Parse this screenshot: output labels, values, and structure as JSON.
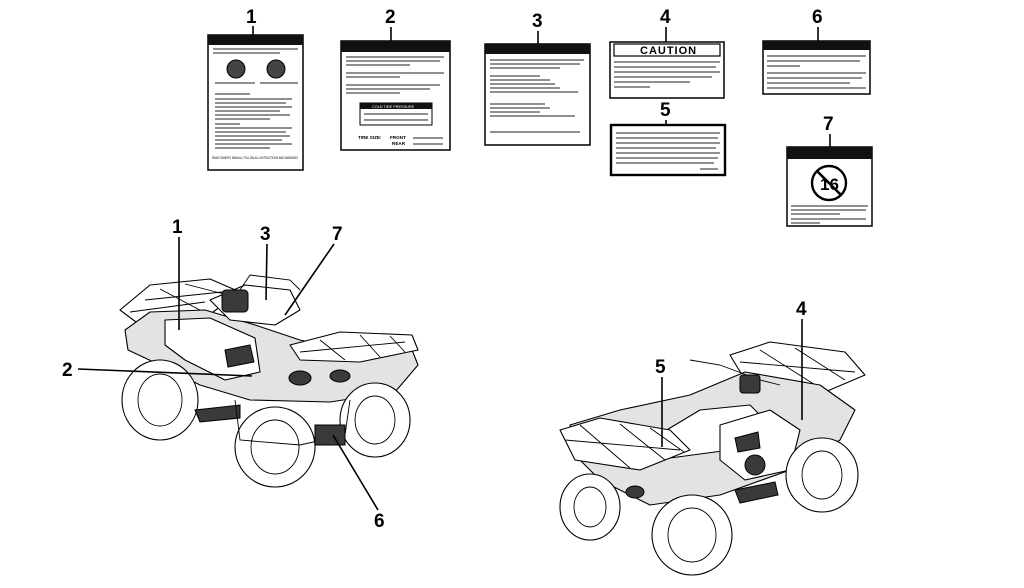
{
  "callout_numbers": {
    "label_1": "1",
    "label_2": "2",
    "label_3": "3",
    "label_4": "4",
    "label_5": "5",
    "label_6": "6",
    "label_7": "7",
    "front_1": "1",
    "front_2": "2",
    "front_3": "3",
    "front_6": "6",
    "front_7": "7",
    "rear_4": "4",
    "rear_5": "5"
  },
  "labels": {
    "label_4_heading": "CAUTION",
    "label_2_tire_size": "TIRE SIZE:",
    "label_2_front": "FRONT",
    "label_2_rear": "REAR",
    "label_2_pressure_box": "COLD TIRE PRESSURE",
    "label_1_footer": "READ OWNER'S MANUAL. FOLLOW ALL INSTRUCTIONS AND WARNINGS",
    "label_7_age": "16"
  },
  "colors": {
    "ink": "#000000",
    "paper": "#ffffff",
    "label_bar": "#111111",
    "body_shade": "#e3e3e3"
  }
}
